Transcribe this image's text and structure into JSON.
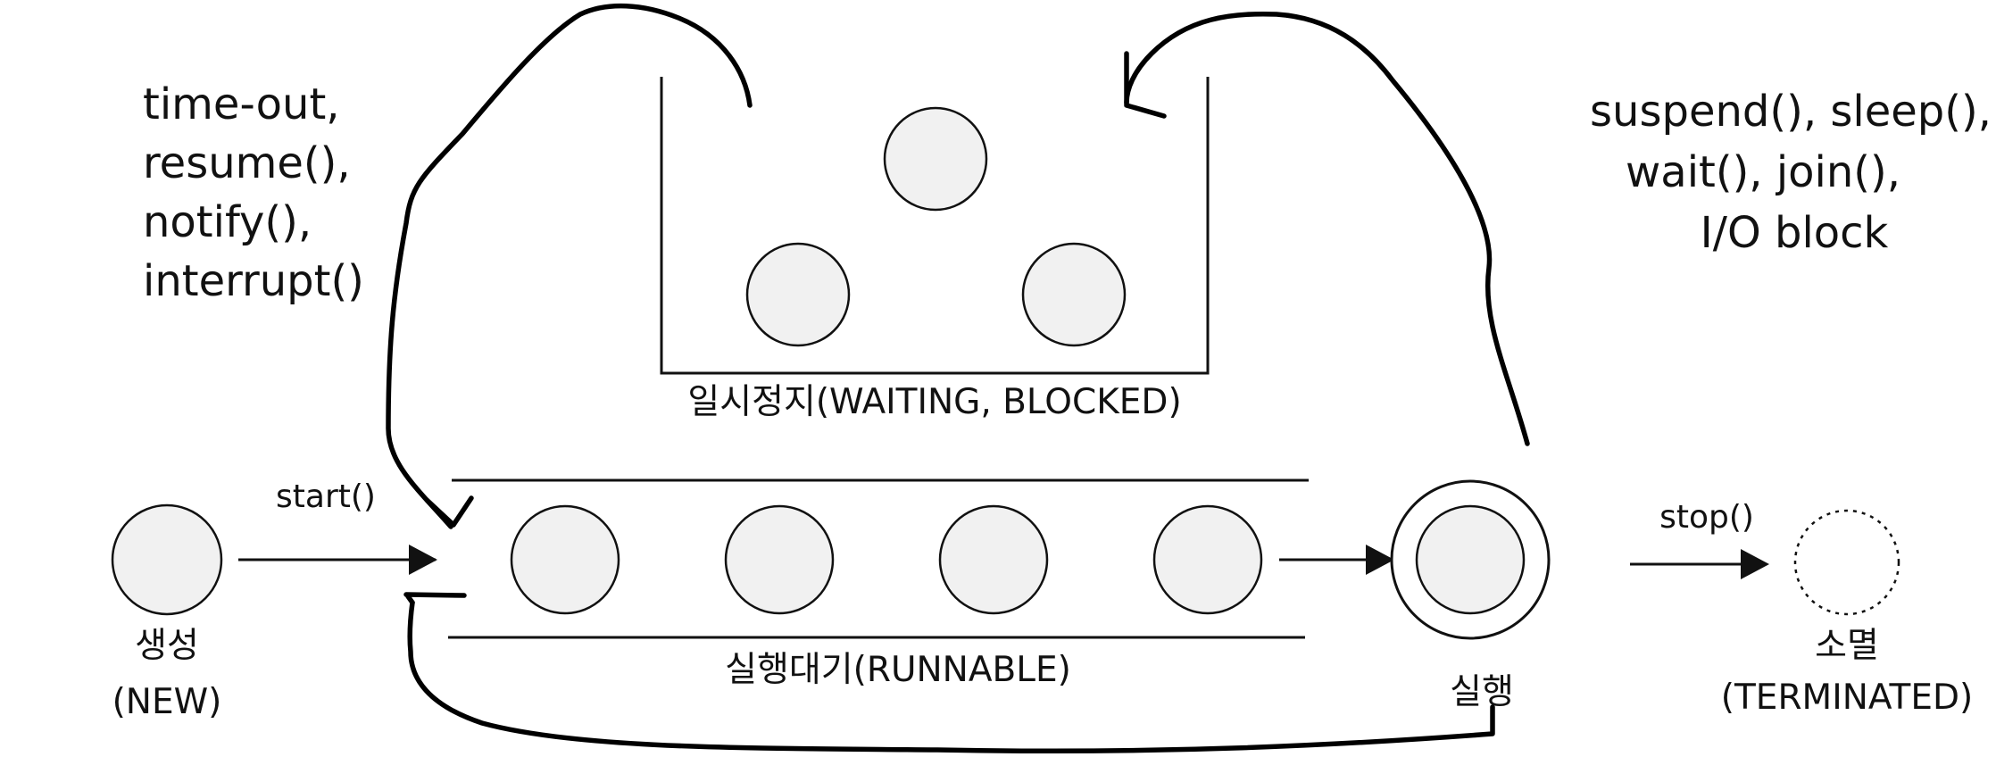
{
  "states": {
    "new": {
      "label": "생성",
      "sublabel": "(NEW)"
    },
    "runnable": {
      "label": "실행대기(RUNNABLE)"
    },
    "running": {
      "label": "실행"
    },
    "waiting": {
      "label": "일시정지(WAITING, BLOCKED)"
    },
    "terminated": {
      "label": "소멸",
      "sublabel": "(TERMINATED)"
    }
  },
  "transitions": {
    "start": "start()",
    "stop": "stop()",
    "resume_methods": [
      "time-out,",
      "resume(),",
      "notify(),",
      "interrupt()"
    ],
    "suspend_methods": [
      "suspend(), sleep(),",
      "wait(), join(),",
      "I/O block"
    ]
  },
  "colors": {
    "thread_fill": "#f1f1f1",
    "stroke": "#111111"
  }
}
